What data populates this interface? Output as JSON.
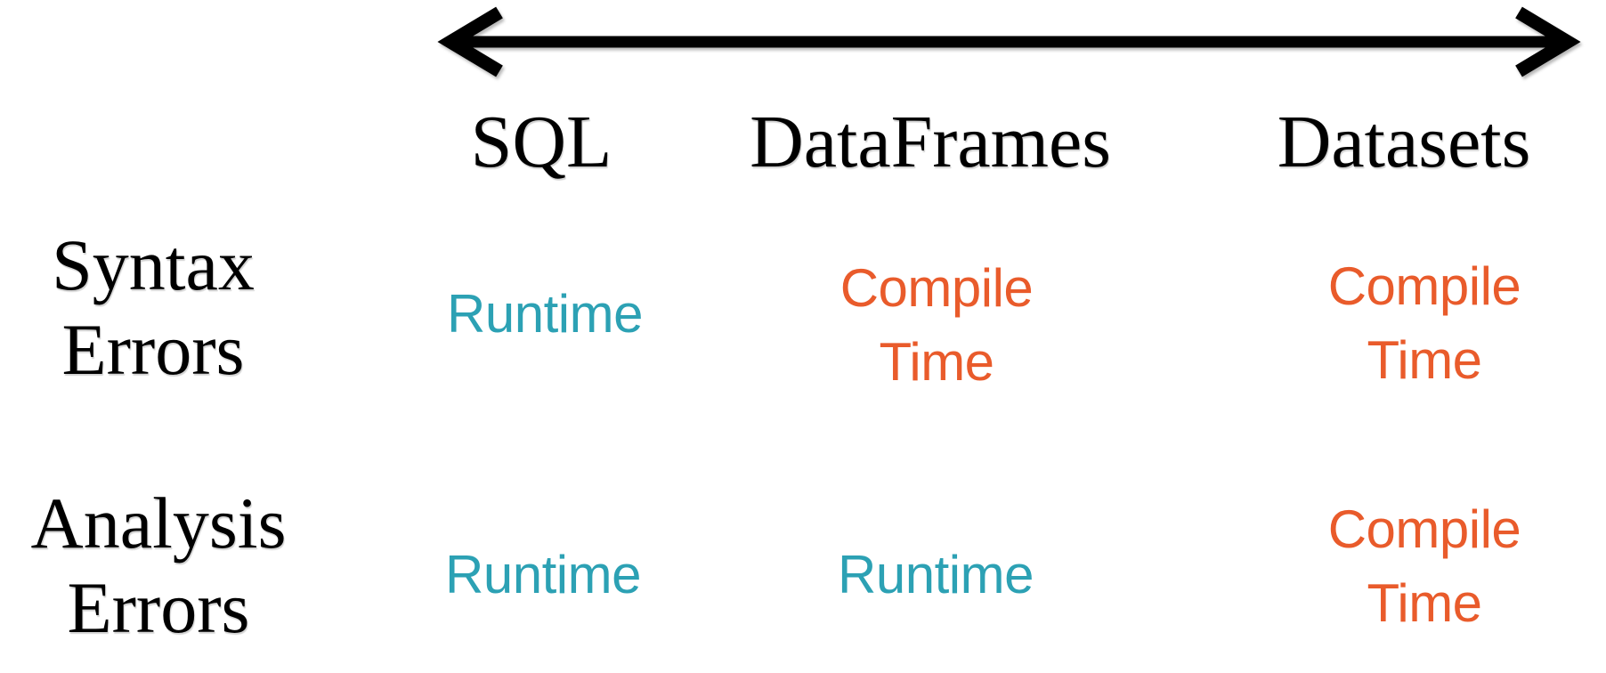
{
  "diagram": {
    "axis_arrow": "horizontal-double-headed-arrow",
    "columns": [
      "SQL",
      "DataFrames",
      "Datasets"
    ],
    "rows": [
      {
        "label_lines": [
          "Syntax",
          "Errors"
        ],
        "cells": [
          {
            "lines": [
              "Runtime"
            ],
            "type": "runtime"
          },
          {
            "lines": [
              "Compile",
              "Time"
            ],
            "type": "compile"
          },
          {
            "lines": [
              "Compile",
              "Time"
            ],
            "type": "compile"
          }
        ]
      },
      {
        "label_lines": [
          "Analysis",
          "Errors"
        ],
        "cells": [
          {
            "lines": [
              "Runtime"
            ],
            "type": "runtime"
          },
          {
            "lines": [
              "Runtime"
            ],
            "type": "runtime"
          },
          {
            "lines": [
              "Compile",
              "Time"
            ],
            "type": "compile"
          }
        ]
      }
    ],
    "colors": {
      "runtime": "#2CA1B4",
      "compile": "#E95B2B",
      "heading": "#000000",
      "arrow": "#000000"
    }
  }
}
